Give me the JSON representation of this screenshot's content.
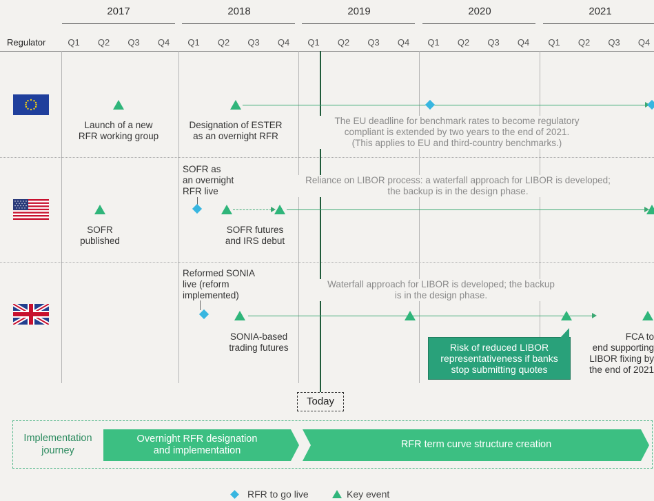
{
  "header": {
    "regulator_label": "Regulator",
    "years": [
      "2017",
      "2018",
      "2019",
      "2020",
      "2021"
    ],
    "quarters": [
      "Q1",
      "Q2",
      "Q3",
      "Q4"
    ]
  },
  "rows": {
    "eu": {
      "flag": "eu-flag-icon",
      "event1": "Launch of a new RFR working group",
      "event1_l1": "Launch of a new",
      "event1_l2": "RFR working group",
      "event2_l1": "Designation of ESTER",
      "event2_l2": "as an overnight RFR",
      "note_l1": "The EU deadline for benchmark rates to become regulatory",
      "note_l2": "compliant is extended by two years to the end of 2021.",
      "note_l3": "(This applies to EU and third-country benchmarks.)"
    },
    "us": {
      "flag": "us-flag-icon",
      "event1_l1": "SOFR",
      "event1_l2": "published",
      "live_l1": "SOFR as",
      "live_l2": "an overnight",
      "live_l3": "RFR live",
      "futures_l1": "SOFR futures",
      "futures_l2": "and IRS debut",
      "note_l1": "Reliance on LIBOR process: a waterfall approach for LIBOR is developed;",
      "note_l2": "the backup is in the design phase."
    },
    "uk": {
      "flag": "uk-flag-icon",
      "live_l1": "Reformed SONIA",
      "live_l2": "live (reform",
      "live_l3": "implemented)",
      "futures_l1": "SONIA-based",
      "futures_l2": "trading futures",
      "note_l1": "Waterfall approach for LIBOR is developed; the backup",
      "note_l2": "is in the design phase.",
      "risk_l1": "Risk of reduced LIBOR",
      "risk_l2": "representativeness if banks",
      "risk_l3": "stop submitting quotes",
      "fca_l1": "FCA to",
      "fca_l2": "end supporting",
      "fca_l3": "LIBOR fixing by",
      "fca_l4": "the end of 2021"
    }
  },
  "today_label": "Today",
  "journey": {
    "label_l1": "Implementation",
    "label_l2": "journey",
    "phase1_l1": "Overnight RFR designation",
    "phase1_l2": "and implementation",
    "phase2": "RFR term curve structure creation"
  },
  "legend": {
    "diamond_label": "RFR to go live",
    "triangle_label": "Key event"
  },
  "colors": {
    "event_green": "#2fb57a",
    "live_blue": "#38b6e0",
    "phase_green": "#3cbf82",
    "today_line": "#1f5b3a"
  }
}
